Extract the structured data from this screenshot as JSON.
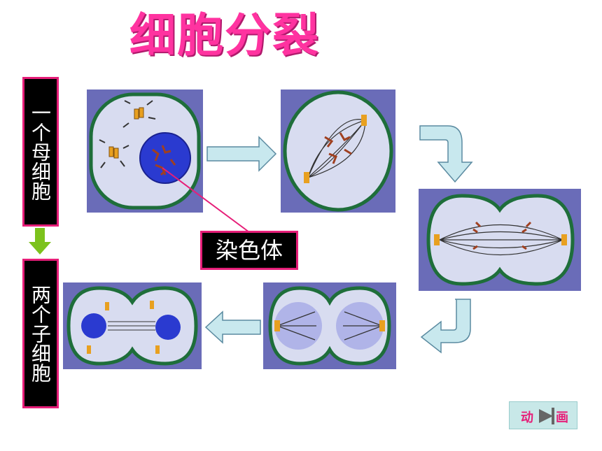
{
  "title": "细胞分裂",
  "left_labels": {
    "mother": "一个母细胞",
    "daughters": "两个子细胞"
  },
  "callout": "染色体",
  "button": {
    "part1": "动",
    "part2": "画"
  },
  "colors": {
    "title": "#ff33a0",
    "panel_bg": "#6a6cb8",
    "cell_fill": "#d8dcf0",
    "cell_border": "#1e6e3a",
    "nucleus": "#2a3ad0",
    "chromosome": "#a04020",
    "arrow_fill": "#c8e8ee",
    "arrow_stroke": "#5a8aa0",
    "accent_pink": "#e61e78",
    "label_bg": "#000000"
  }
}
